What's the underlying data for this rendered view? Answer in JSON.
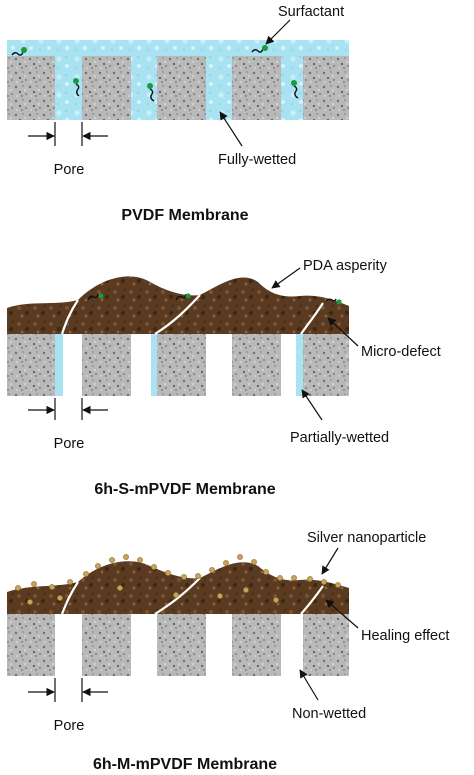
{
  "panels": [
    {
      "title": "PVDF Membrane",
      "pore_label": "Pore",
      "labels": [
        "Surfactant",
        "Fully-wetted"
      ],
      "wetting": "fully-wetted",
      "top_layer": "water with surfactant"
    },
    {
      "title": "6h-S-mPVDF Membrane",
      "pore_label": "Pore",
      "labels": [
        "PDA asperity",
        "Micro-defect",
        "Partially-wetted"
      ],
      "wetting": "partially-wetted",
      "top_layer": "PDA coating"
    },
    {
      "title": "6h-M-mPVDF Membrane",
      "pore_label": "Pore",
      "labels": [
        "Silver nanoparticle",
        "Healing effect",
        "Non-wetted"
      ],
      "wetting": "non-wetted",
      "top_layer": "PDA coating with silver nanoparticles"
    }
  ],
  "colors": {
    "water": "#a9e3f2",
    "pdacoat": "#5a3a20",
    "membrane": "#b9b9b9",
    "surfactant_head": "#1a9a3a",
    "silver": "#c7a45c"
  }
}
